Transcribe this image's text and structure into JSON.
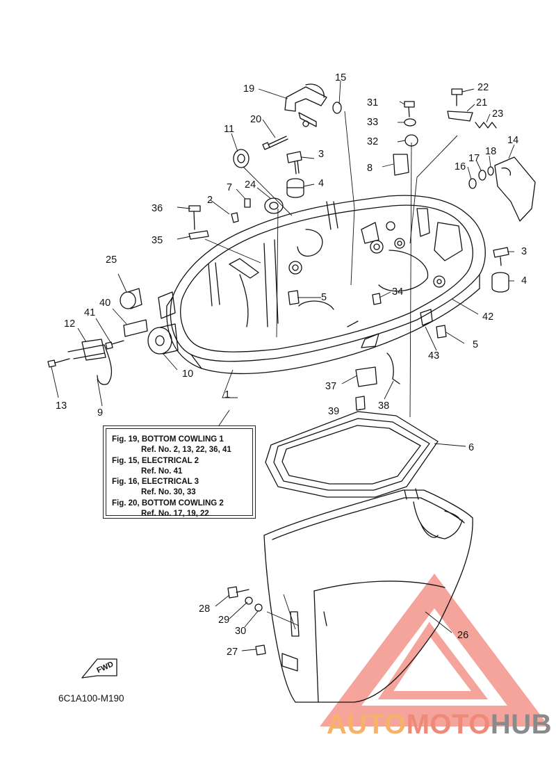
{
  "diagram": {
    "code": "6C1A100-M190",
    "fwd_label": "FWD",
    "callouts": [
      "1",
      "2",
      "3",
      "4",
      "5",
      "6",
      "7",
      "8",
      "9",
      "10",
      "11",
      "12",
      "13",
      "14",
      "15",
      "16",
      "17",
      "18",
      "19",
      "20",
      "21",
      "22",
      "23",
      "24",
      "25",
      "26",
      "27",
      "28",
      "29",
      "30",
      "31",
      "32",
      "33",
      "34",
      "35",
      "36",
      "37",
      "38",
      "39",
      "40",
      "41",
      "42",
      "43"
    ],
    "extra_callouts": [
      "3",
      "4",
      "5"
    ],
    "reference_box": [
      "Fig. 19, BOTTOM COWLING 1",
      "Ref. No. 2, 13, 22, 36, 41",
      "Fig. 15, ELECTRICAL 2",
      "Ref. No. 41",
      "Fig. 16, ELECTRICAL 3",
      "Ref. No. 30, 33",
      "Fig. 20, BOTTOM COWLING 2",
      "Ref. No. 17, 19, 22"
    ]
  },
  "watermark": {
    "part1": "AUTO",
    "part2": "MOTO",
    "part3": "HUB",
    "color_orange": "#f7b26a",
    "color_red": "#ef8a7a",
    "color_grey": "#8a8a8a"
  }
}
